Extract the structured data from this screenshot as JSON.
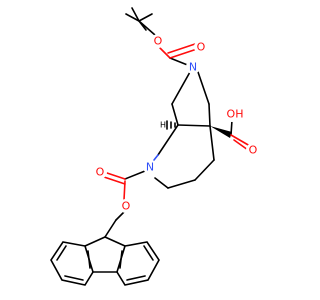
{
  "atoms": {
    "boc_ester_o": {
      "text": "O",
      "element": "O"
    },
    "boc_carbonyl_o": {
      "text": "O",
      "element": "O"
    },
    "pyrrolidine_n": {
      "text": "N",
      "element": "N"
    },
    "acid_oh": {
      "text": "OH",
      "element": "O"
    },
    "acid_carbonyl_o": {
      "text": "O",
      "element": "O"
    },
    "azepane_n": {
      "text": "N",
      "element": "N"
    },
    "fmoc_carbonyl_o": {
      "text": "O",
      "element": "O"
    },
    "fmoc_ester_o": {
      "text": "O",
      "element": "O"
    },
    "ring_fusion_h": {
      "text": "H",
      "element": "H"
    }
  },
  "colors": {
    "bond": "#000000",
    "oxygen": "#ff0d0d",
    "nitrogen": "#3050f8",
    "background": "#ffffff"
  }
}
